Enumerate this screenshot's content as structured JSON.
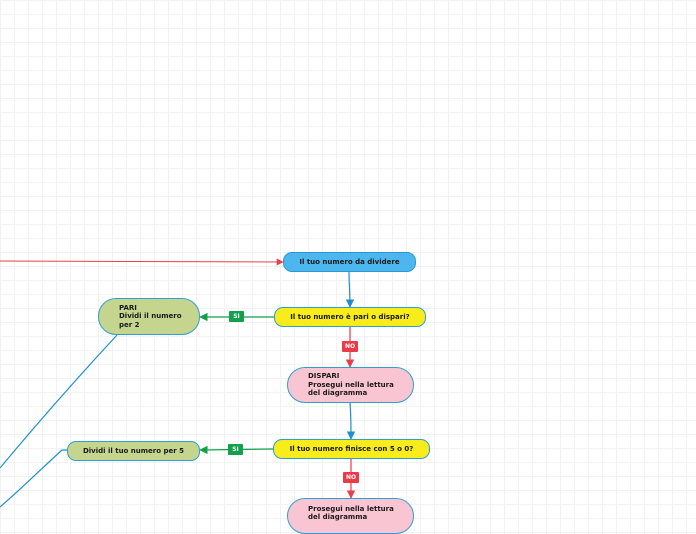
{
  "colors": {
    "blue_node": "#4cb6ef",
    "question_node": "#f9ec1b",
    "odd_node": "#f9c5d2",
    "even_node": "#c5d58e",
    "yes_tag": "#11a14a",
    "no_tag": "#ee3a48",
    "connector": "#1f8fd0",
    "incoming_arrow": "#e8404a"
  },
  "nodes": {
    "start": "Il tuo numero da dividere",
    "question_even_odd": "Il tuo numero è pari o dispari?",
    "even_result": "PARI\nDividi il numero\nper 2",
    "odd_result": "DISPARI\nProsegui nella lettura\ndel diagramma",
    "question_5_or_0": "Il tuo numero finisce con 5 o 0?",
    "divide_by_5": "Dividi il tuo numero per 5",
    "continue_reading": "Prosegui nella lettura\ndel diagramma"
  },
  "tags": {
    "yes_1": "SI",
    "no_1": "NO",
    "yes_2": "SI",
    "no_2": "NO"
  }
}
